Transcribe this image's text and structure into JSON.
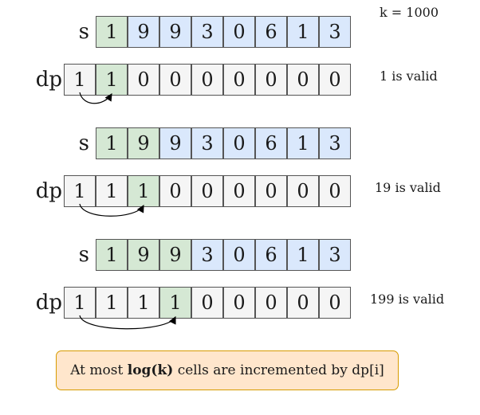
{
  "k_label": "k = 1000",
  "steps": [
    {
      "s_label": "s",
      "s_cells": [
        {
          "v": "1",
          "c": "g"
        },
        {
          "v": "9",
          "c": "b"
        },
        {
          "v": "9",
          "c": "b"
        },
        {
          "v": "3",
          "c": "b"
        },
        {
          "v": "0",
          "c": "b"
        },
        {
          "v": "6",
          "c": "b"
        },
        {
          "v": "1",
          "c": "b"
        },
        {
          "v": "3",
          "c": "b"
        }
      ],
      "dp_label": "dp",
      "dp_cells": [
        {
          "v": "1",
          "c": "w"
        },
        {
          "v": "1",
          "c": "g"
        },
        {
          "v": "0",
          "c": "w"
        },
        {
          "v": "0",
          "c": "w"
        },
        {
          "v": "0",
          "c": "w"
        },
        {
          "v": "0",
          "c": "w"
        },
        {
          "v": "0",
          "c": "w"
        },
        {
          "v": "0",
          "c": "w"
        },
        {
          "v": "0",
          "c": "w"
        }
      ],
      "note": "1 is valid"
    },
    {
      "s_label": "s",
      "s_cells": [
        {
          "v": "1",
          "c": "g"
        },
        {
          "v": "9",
          "c": "g"
        },
        {
          "v": "9",
          "c": "b"
        },
        {
          "v": "3",
          "c": "b"
        },
        {
          "v": "0",
          "c": "b"
        },
        {
          "v": "6",
          "c": "b"
        },
        {
          "v": "1",
          "c": "b"
        },
        {
          "v": "3",
          "c": "b"
        }
      ],
      "dp_label": "dp",
      "dp_cells": [
        {
          "v": "1",
          "c": "w"
        },
        {
          "v": "1",
          "c": "w"
        },
        {
          "v": "1",
          "c": "g"
        },
        {
          "v": "0",
          "c": "w"
        },
        {
          "v": "0",
          "c": "w"
        },
        {
          "v": "0",
          "c": "w"
        },
        {
          "v": "0",
          "c": "w"
        },
        {
          "v": "0",
          "c": "w"
        },
        {
          "v": "0",
          "c": "w"
        }
      ],
      "note": "19 is valid"
    },
    {
      "s_label": "s",
      "s_cells": [
        {
          "v": "1",
          "c": "g"
        },
        {
          "v": "9",
          "c": "g"
        },
        {
          "v": "9",
          "c": "g"
        },
        {
          "v": "3",
          "c": "b"
        },
        {
          "v": "0",
          "c": "b"
        },
        {
          "v": "6",
          "c": "b"
        },
        {
          "v": "1",
          "c": "b"
        },
        {
          "v": "3",
          "c": "b"
        }
      ],
      "dp_label": "dp",
      "dp_cells": [
        {
          "v": "1",
          "c": "w"
        },
        {
          "v": "1",
          "c": "w"
        },
        {
          "v": "1",
          "c": "w"
        },
        {
          "v": "1",
          "c": "g"
        },
        {
          "v": "0",
          "c": "w"
        },
        {
          "v": "0",
          "c": "w"
        },
        {
          "v": "0",
          "c": "w"
        },
        {
          "v": "0",
          "c": "w"
        },
        {
          "v": "0",
          "c": "w"
        }
      ],
      "note": "199 is valid"
    }
  ],
  "callout": {
    "prefix": "At most ",
    "bold": "log(k)",
    "suffix": " cells are incremented by dp[i]"
  },
  "colors": {
    "green": "#d5e8d4",
    "blue": "#dae8fc",
    "gray": "#f5f5f5",
    "callout_fill": "#ffe6cc",
    "callout_border": "#d79b00"
  },
  "arrows": [
    {
      "from_dp_index": 0,
      "to_dp_index": 1
    },
    {
      "from_dp_index": 0,
      "to_dp_index": 2
    },
    {
      "from_dp_index": 0,
      "to_dp_index": 3
    }
  ]
}
